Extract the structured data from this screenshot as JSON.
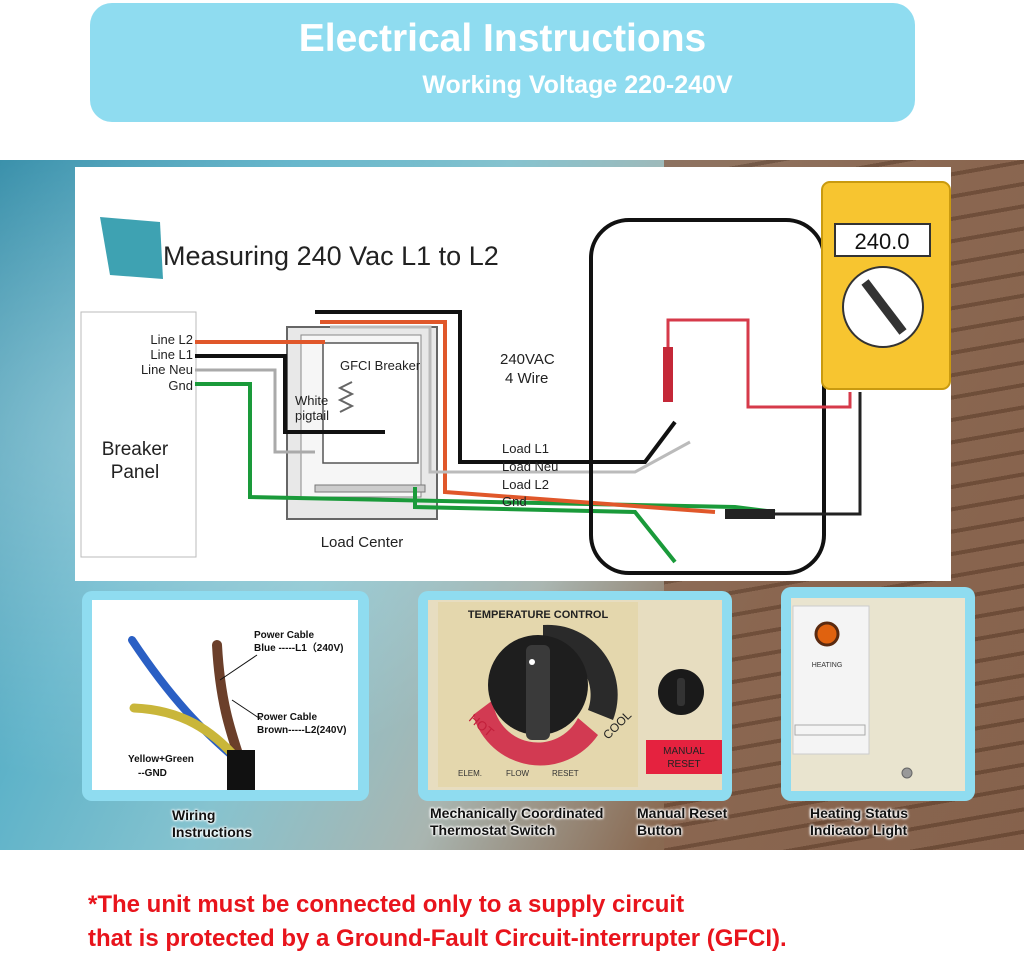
{
  "header": {
    "title": "Electrical Instructions",
    "subtitle": "Working Voltage 220-240V"
  },
  "diagram": {
    "title": "Measuring 240 Vac L1 to L2",
    "meter_reading": "240.0",
    "breaker_panel": [
      "Breaker",
      "Panel"
    ],
    "line_labels": [
      "Line L2",
      "Line L1",
      "Line Neu",
      "Gnd"
    ],
    "gfci_label": "GFCI Breaker",
    "pigtail_label": [
      "White",
      "pigtail"
    ],
    "voltage_label": [
      "240VAC",
      "4 Wire"
    ],
    "load_labels": [
      "Load L1",
      "Load Neu",
      "Load L2",
      "Gnd"
    ],
    "load_center": "Load Center"
  },
  "wiring_panel": {
    "blue_label": [
      "Power Cable",
      "Blue -----L1（240V)"
    ],
    "brown_label": [
      "Power Cable",
      "Brown-----L2(240V)"
    ],
    "ground_label": [
      "Yellow+Green",
      "--GND"
    ],
    "caption": [
      "Wiring",
      "Instructions"
    ]
  },
  "thermostat_panel": {
    "title": "TEMPERATURE CONTROL",
    "hot": "HOT",
    "cool": "COOL",
    "elem": "ELEM.",
    "flow": "FLOW",
    "reset": "RESET",
    "manual_reset": [
      "MANUAL",
      "RESET"
    ],
    "caption_switch": [
      "Mechanically Coordinated",
      "Thermostat Switch"
    ],
    "caption_button": [
      "Manual Reset",
      "Button"
    ]
  },
  "heating_panel": {
    "label": "HEATING",
    "caption": [
      "Heating Status",
      "Indicator Light"
    ]
  },
  "warning": [
    "*The unit must be connected only to a supply circuit",
    "that is protected by a Ground-Fault Circuit-interrupter (GFCI)."
  ],
  "colors": {
    "header_bg": "#8fdcf0",
    "warning_text": "#e8141c",
    "wire_l2": "#e0572a",
    "wire_l1": "#111111",
    "wire_gnd": "#1a9a3a",
    "meter_body": "#f7c530"
  }
}
